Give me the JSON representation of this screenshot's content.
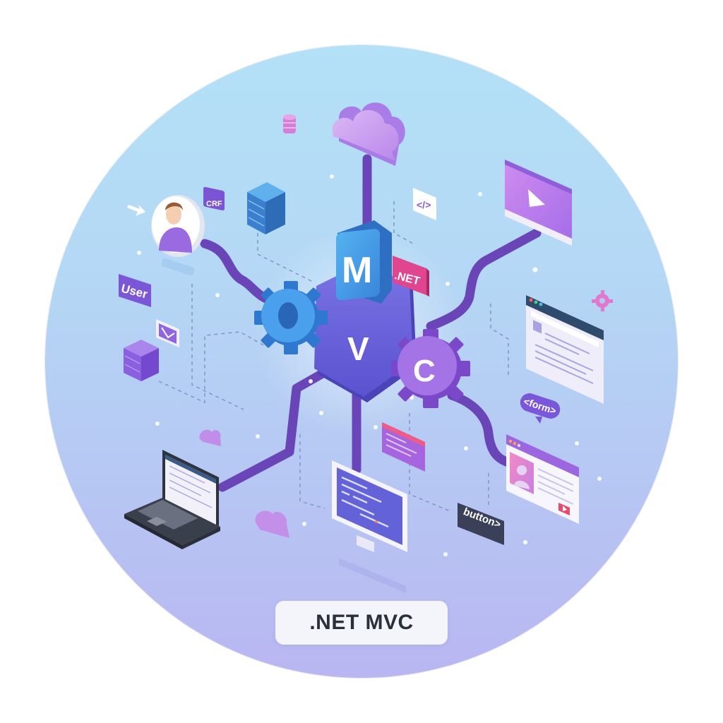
{
  "caption": {
    "title": ".NET MVC"
  },
  "hub": {
    "model_letter": "M",
    "view_letter": "V",
    "controller_letter": "C",
    "net_badge": ".NET"
  },
  "tags": {
    "user": "User",
    "form": "<form>",
    "button": "button>",
    "code": "</>",
    "chat": "CRF"
  },
  "icons": [
    "cloud-icon",
    "database-icon",
    "server-stack-icon",
    "user-avatar-icon",
    "chat-bubble-icon",
    "code-icon",
    "video-player-icon",
    "browser-window-icon",
    "profile-card-icon",
    "gear-icon",
    "laptop-icon",
    "monitor-icon",
    "mail-icon",
    "arrow-icon"
  ],
  "colors": {
    "bg_top": "#b3e1f7",
    "bg_bottom": "#b9b6f2",
    "connector": "#6a45b8",
    "model_blue": "#3d8ee0",
    "view_purple": "#6b63db",
    "controller_purple": "#9a62e0",
    "net_pink": "#e0458f",
    "caption_text": "#2b2f3a"
  }
}
